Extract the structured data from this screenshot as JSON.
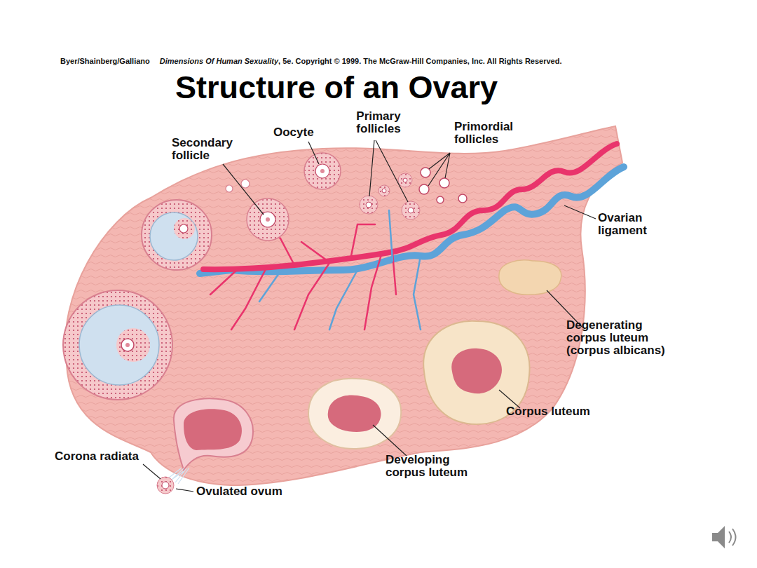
{
  "diagram": {
    "title": "Structure of an Ovary",
    "labels": [
      "Byer/Shainberg/Galliano",
      "Dimensions Of Human Sexuality",
      ", 5e. Copyright © 1999. The McGraw-Hill Companies, Inc. All Rights Reserved.",
      "Secondary follicle",
      "Oocyte",
      "Primary follicles",
      "Primordial follicles",
      "Ovarian ligament",
      "Degenerating corpus luteum (corpus albicans)",
      "Corpus luteum",
      "Developing corpus luteum",
      "Corona radiata",
      "Ovulated ovum"
    ]
  }
}
